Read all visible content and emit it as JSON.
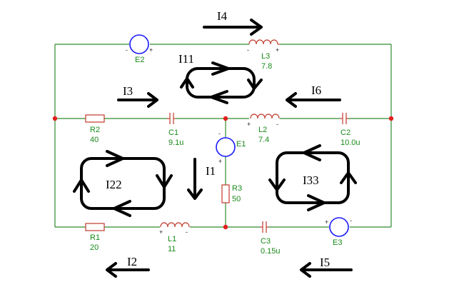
{
  "components": {
    "E2": {
      "name": "E2"
    },
    "L3": {
      "name": "L3",
      "value": "7.8"
    },
    "R2": {
      "name": "R2",
      "value": "40"
    },
    "C1": {
      "name": "C1",
      "value": "9.1u"
    },
    "L2": {
      "name": "L2",
      "value": "7.4"
    },
    "C2": {
      "name": "C2",
      "value": "10.0u"
    },
    "E1": {
      "name": "E1"
    },
    "R3": {
      "name": "R3",
      "value": "50"
    },
    "R1": {
      "name": "R1",
      "value": "20"
    },
    "L1": {
      "name": "L1",
      "value": "11"
    },
    "C3": {
      "name": "C3",
      "value": "0.15u"
    },
    "E3": {
      "name": "E3"
    }
  },
  "currents": {
    "I1": "I1",
    "I2": "I2",
    "I3": "I3",
    "I4": "I4",
    "I5": "I5",
    "I6": "I6"
  },
  "loops": {
    "I11": "I11",
    "I22": "I22",
    "I33": "I33"
  },
  "polarity": {
    "plus": "+",
    "minus": "-"
  },
  "colors": {
    "wire": "#2e8b2e",
    "component": "#c0392b",
    "source": "#1a1aff",
    "node": "#e02020",
    "label": "#1a8a1a"
  }
}
